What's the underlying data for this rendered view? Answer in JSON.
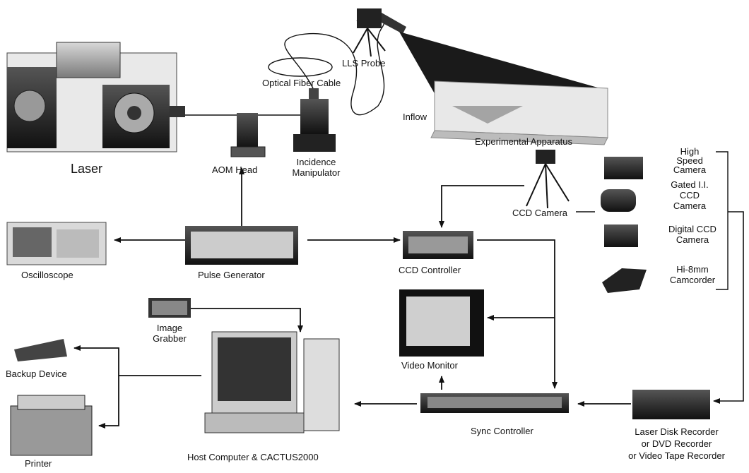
{
  "components": {
    "laser": "Laser",
    "aom_head": "AOM Head",
    "incidence_manipulator": [
      "Incidence",
      "Manipulator"
    ],
    "optical_fiber_cable": "Optical Fiber Cable",
    "lls_probe": "LLS Probe",
    "inflow": "Inflow",
    "experimental_apparatus": "Experimental  Apparatus",
    "ccd_camera": "CCD Camera",
    "oscilloscope": "Oscilloscope",
    "pulse_generator": "Pulse Generator",
    "ccd_controller": "CCD Controller",
    "image_grabber": [
      "Image",
      "Grabber"
    ],
    "video_monitor": "Video Monitor",
    "backup_device": "Backup Device",
    "printer": "Printer",
    "host_computer": "Host Computer &  CACTUS2000",
    "sync_controller": "Sync Controller",
    "recorder": {
      "line1": "Laser Disk Recorder",
      "or": "or",
      "line2": "DVD Recorder",
      "line3": "Video Tape Recorder"
    }
  },
  "camera_options": [
    [
      "High",
      "Speed",
      "Camera"
    ],
    [
      "Gated I.I.",
      "CCD",
      "Camera"
    ],
    [
      "Digital CCD",
      "Camera"
    ],
    [
      "Hi-8mm",
      "Camcorder"
    ]
  ]
}
